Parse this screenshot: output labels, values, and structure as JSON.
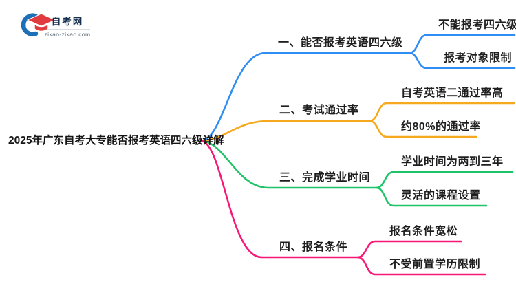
{
  "logo": {
    "title": "自考网",
    "domain": "zikao-zikao.com"
  },
  "root": {
    "title": "2025年广东自考大专能否报考英语四六级详解"
  },
  "branches": [
    {
      "label": "一、能否报考英语四六级",
      "color": "#2F8DF5",
      "children": [
        {
          "label": "不能报考四六级"
        },
        {
          "label": "报考对象限制"
        }
      ]
    },
    {
      "label": "二、考试通过率",
      "color": "#F7A81D",
      "children": [
        {
          "label": "自考英语二通过率高"
        },
        {
          "label": "约80%的通过率"
        }
      ]
    },
    {
      "label": "三、完成学业时间",
      "color": "#1FC369",
      "children": [
        {
          "label": "学业时间为两到三年"
        },
        {
          "label": "灵活的课程设置"
        }
      ]
    },
    {
      "label": "四、报名条件",
      "color": "#F81878",
      "children": [
        {
          "label": "报名条件宽松"
        },
        {
          "label": "不受前置学历限制"
        }
      ]
    }
  ]
}
